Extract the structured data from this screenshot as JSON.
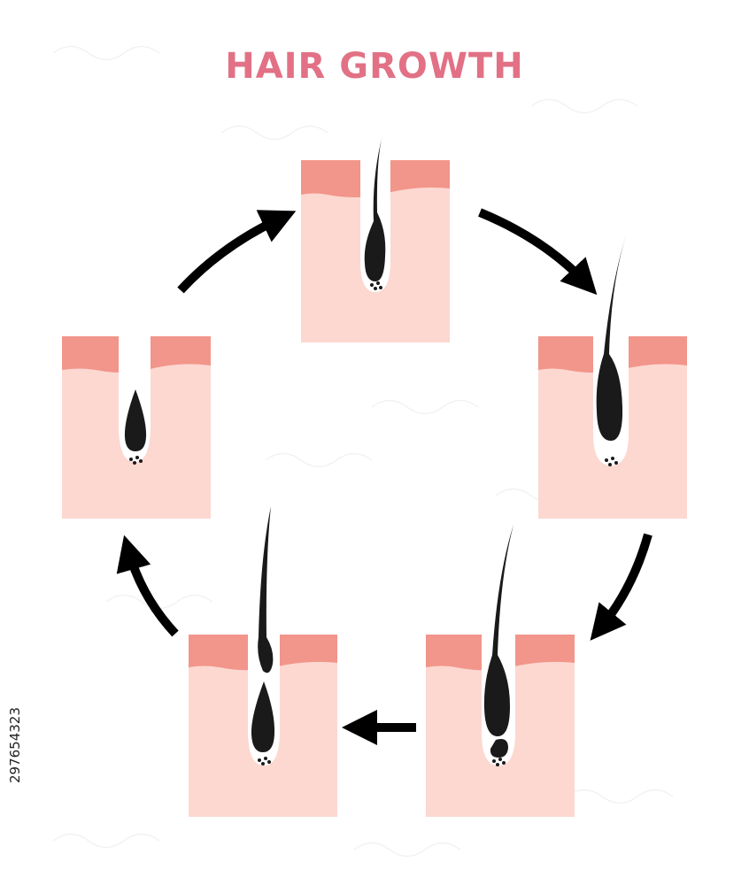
{
  "title": "HAIR GROWTH",
  "stock_id": "297654323",
  "colors": {
    "title": "#e27185",
    "epidermis": "#f2958a",
    "dermis": "#fcd8d1",
    "follicle": "#ffffff",
    "hair": "#1a1a1a",
    "arrow": "#000000"
  },
  "stages": [
    {
      "name": "stage-1-growing-hair",
      "icon": "hair-follicle-icon"
    },
    {
      "name": "stage-2-long-hair",
      "icon": "hair-follicle-icon"
    },
    {
      "name": "stage-3-hair-detaching",
      "icon": "hair-follicle-icon"
    },
    {
      "name": "stage-4-hair-shedding",
      "icon": "hair-follicle-icon"
    },
    {
      "name": "stage-5-new-hair-start",
      "icon": "hair-follicle-icon"
    }
  ],
  "arrows": [
    {
      "from": "stage-1-growing-hair",
      "to": "stage-2-long-hair"
    },
    {
      "from": "stage-2-long-hair",
      "to": "stage-3-hair-detaching"
    },
    {
      "from": "stage-3-hair-detaching",
      "to": "stage-4-hair-shedding"
    },
    {
      "from": "stage-4-hair-shedding",
      "to": "stage-5-new-hair-start"
    },
    {
      "from": "stage-5-new-hair-start",
      "to": "stage-1-growing-hair"
    }
  ]
}
